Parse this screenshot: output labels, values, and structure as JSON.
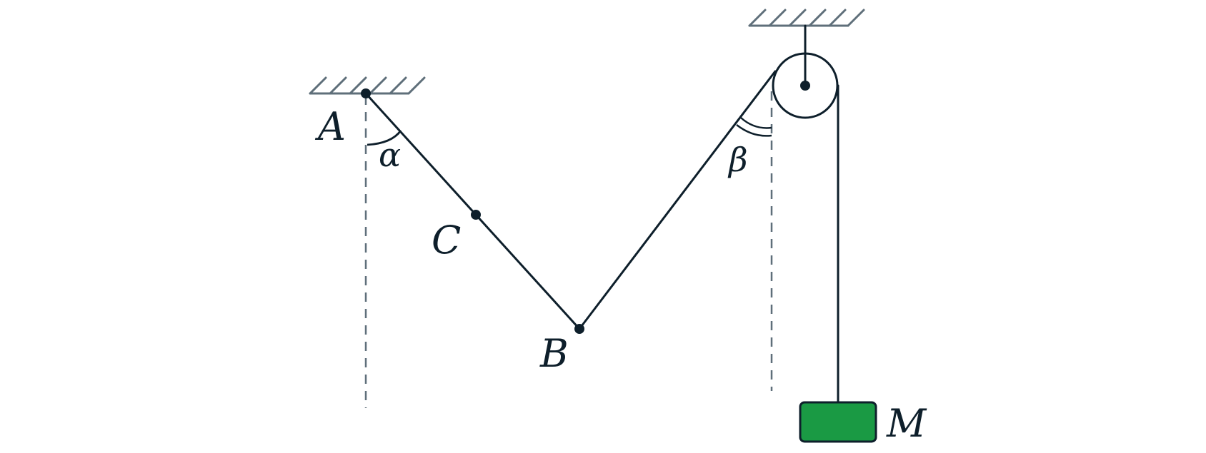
{
  "labels": {
    "point_a": "A",
    "point_b": "B",
    "point_c": "C",
    "mass": "M",
    "angle_alpha": "α",
    "angle_beta": "β"
  },
  "colors": {
    "line": "#0e1f2b",
    "support": "#5f6f7a",
    "mass_fill": "#1a9a44"
  }
}
